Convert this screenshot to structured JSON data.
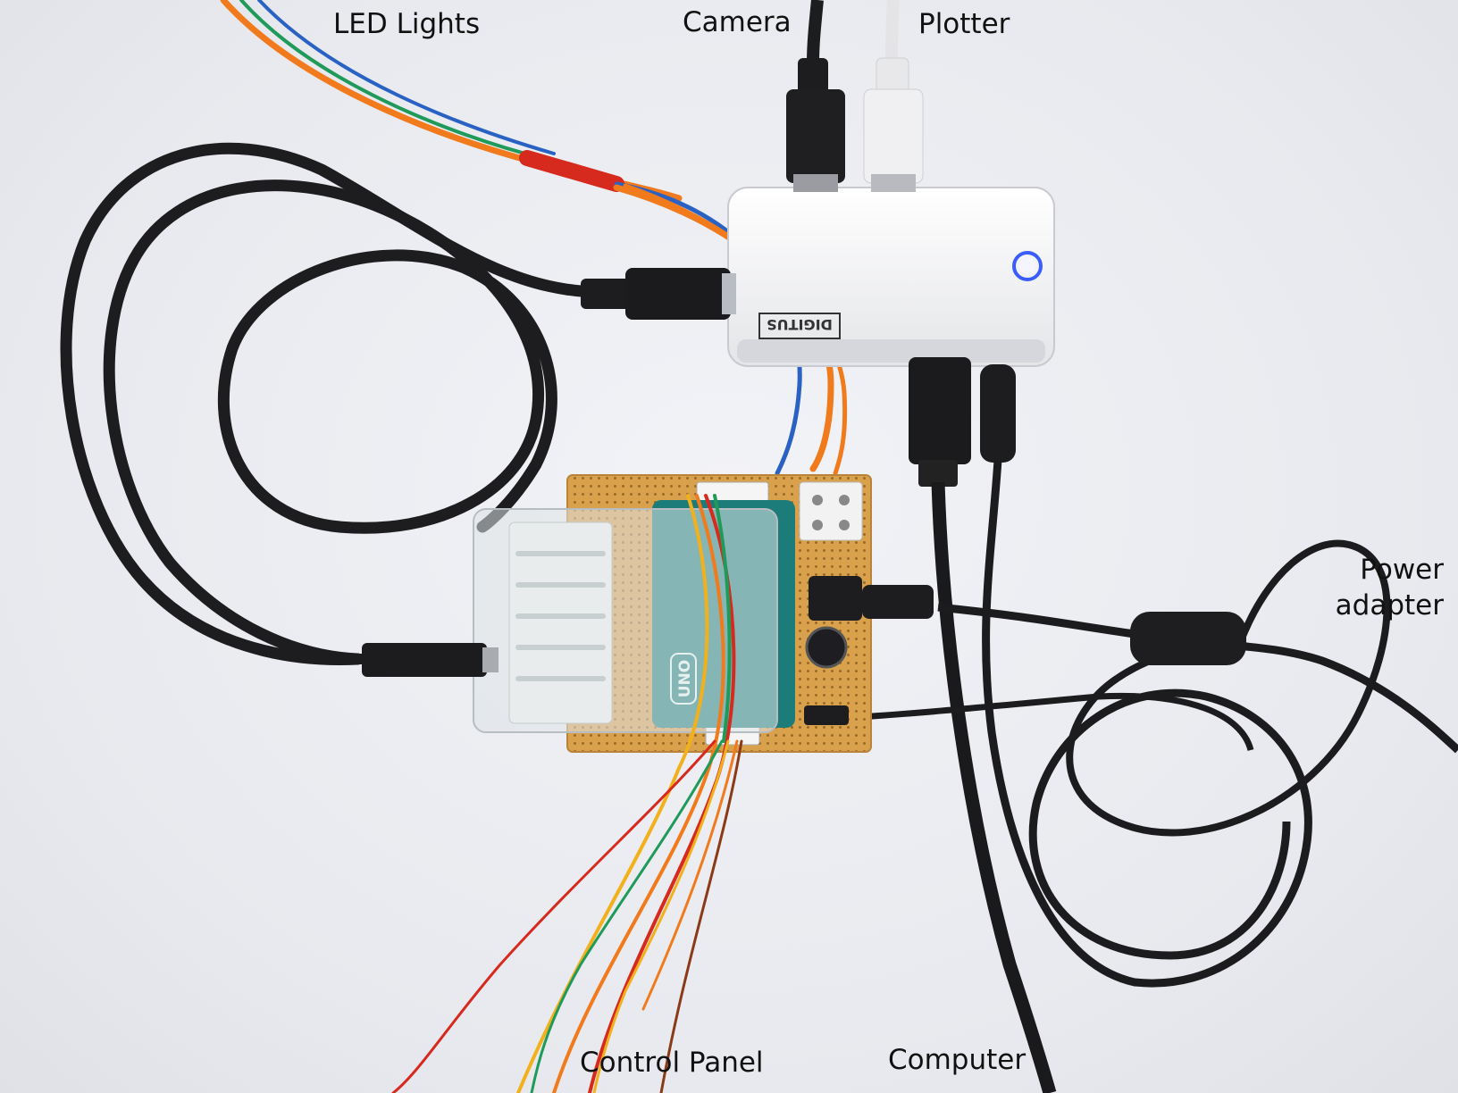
{
  "labels": {
    "led_lights": "LED Lights",
    "camera": "Camera",
    "plotter": "Plotter",
    "power_adapter_line1": "Power",
    "power_adapter_line2": "adapter",
    "control_panel": "Control Panel",
    "computer": "Computer"
  },
  "device_markings": {
    "hub_brand": "DIGITUS",
    "board_name": "UNO"
  },
  "colors": {
    "background": "#e9ebf0",
    "hub_body": "#f7f7f8",
    "cable_black": "#1a1a1c",
    "cable_white": "#e8e8e8",
    "protoboard": "#d8a24a",
    "arduino": "#1b7c7a",
    "wire_orange": "#f07a1c",
    "wire_blue": "#2a62c4",
    "wire_green": "#1f9a5a",
    "wire_red": "#d62a1e",
    "wire_yellow": "#f2b11c",
    "hub_led": "#3b5cff"
  }
}
